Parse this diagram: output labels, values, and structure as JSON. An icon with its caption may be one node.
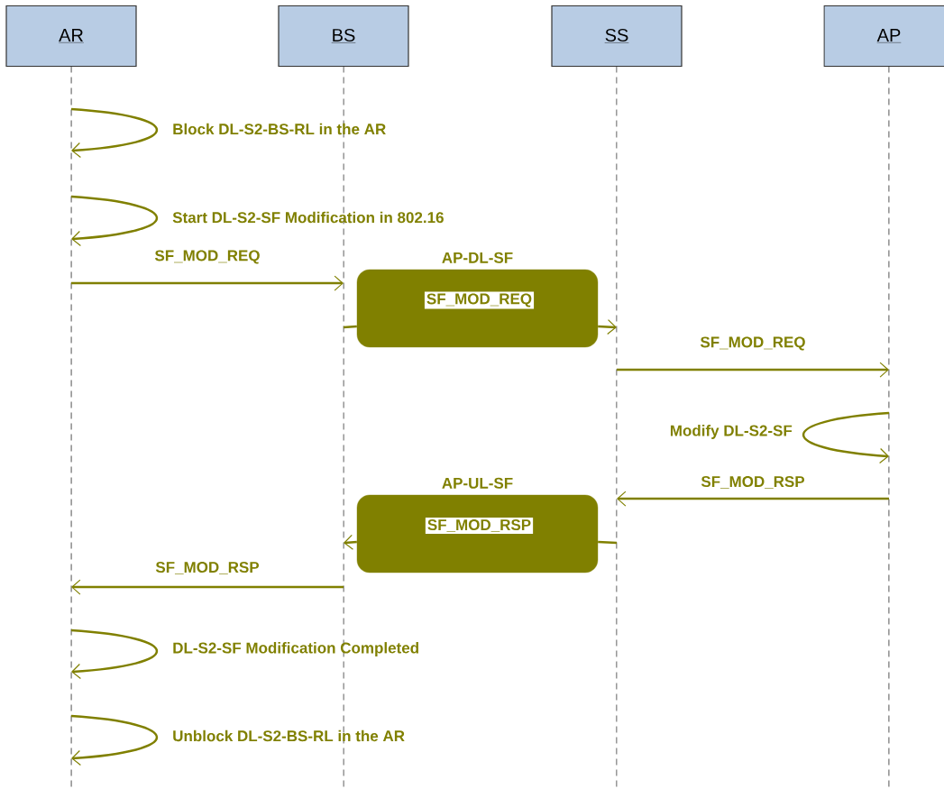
{
  "diagram": {
    "nodes": [
      {
        "text": [
          "AR"
        ]
      },
      {
        "text": [
          "BS"
        ]
      },
      {
        "text": [
          "SS"
        ]
      },
      {
        "text": [
          "AP"
        ]
      },
      {
        "text": [
          "AP-DL-SF",
          "SF_MOD_REQ"
        ]
      },
      {
        "text": [
          "AP-UL-SF",
          "SF_MOD_RSP"
        ]
      }
    ],
    "edges": [
      {
        "from": 0,
        "to": 0,
        "arrow": "to",
        "label": "Block DL-S2-BS-RL in the AR"
      },
      {
        "from": 0,
        "to": 0,
        "arrow": "to",
        "label": "Start DL-S2-SF Modification in 802.16"
      },
      {
        "from": 0,
        "to": 1,
        "arrow": "to",
        "label": "SF_MOD_REQ"
      },
      {
        "from": 1,
        "to": 4,
        "arrow": "none"
      },
      {
        "from": 4,
        "to": 2,
        "arrow": "to"
      },
      {
        "from": 2,
        "to": 3,
        "arrow": "to",
        "label": "SF_MOD_REQ"
      },
      {
        "from": 3,
        "to": 3,
        "arrow": "to",
        "label": "Modify DL-S2-SF"
      },
      {
        "from": 3,
        "to": 2,
        "arrow": "to",
        "label": "SF_MOD_RSP"
      },
      {
        "from": 2,
        "to": 5,
        "arrow": "none"
      },
      {
        "from": 5,
        "to": 1,
        "arrow": "to"
      },
      {
        "from": 1,
        "to": 0,
        "arrow": "to",
        "label": "SF_MOD_RSP"
      },
      {
        "from": 0,
        "to": 0,
        "arrow": "to",
        "label": "DL-S2-SF Modification Completed"
      },
      {
        "from": 0,
        "to": 0,
        "arrow": "to",
        "label": "Unblock DL-S2-BS-RL in the AR"
      }
    ]
  }
}
